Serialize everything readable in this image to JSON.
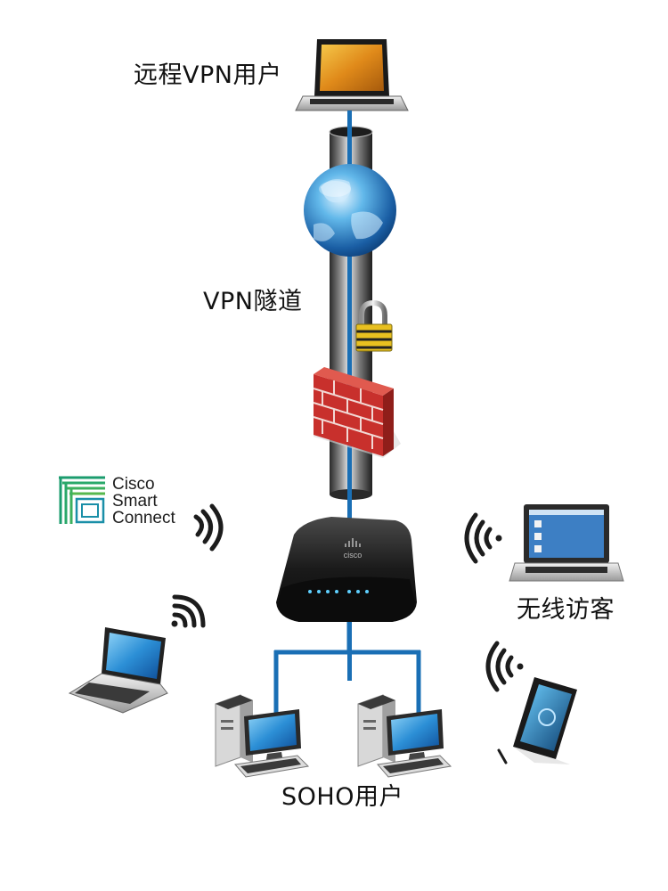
{
  "labels": {
    "remote_vpn_user": "远程VPN用户",
    "vpn_tunnel": "VPN隧道",
    "wireless_guest": "无线访客",
    "soho_users": "SOHO用户"
  },
  "logo": {
    "line1": "Cisco",
    "line2": "Smart",
    "line3": "Connect"
  },
  "router_brand": "cisco",
  "colors": {
    "link_blue": "#1a6fb5",
    "tunnel_dark": "#333333",
    "firewall_red": "#c8302c",
    "logo_green": "#1b9c6e",
    "wifi_dark": "#1c1c1c"
  }
}
